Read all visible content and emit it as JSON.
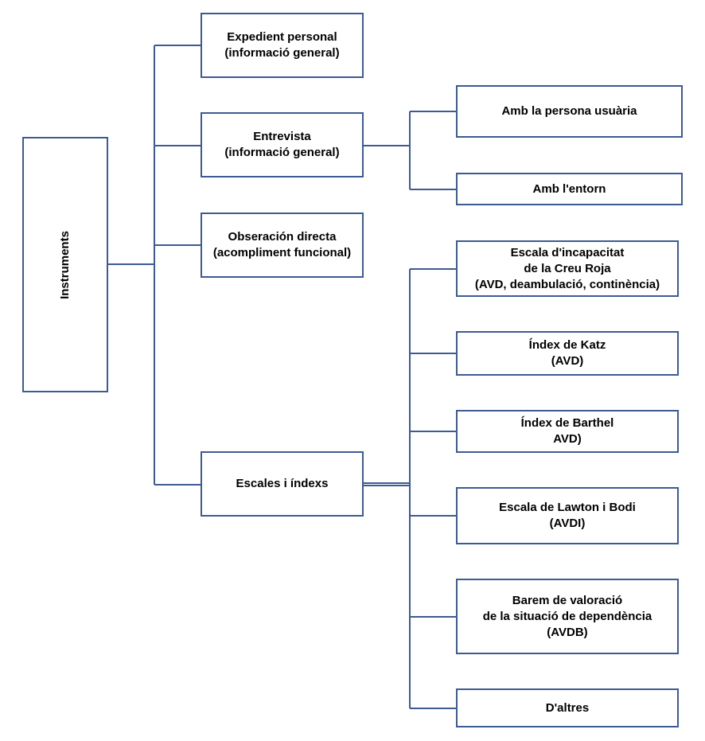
{
  "colors": {
    "stroke": "#3c5a94",
    "text": "#000000",
    "background": "#ffffff"
  },
  "root": {
    "label": "Instruments"
  },
  "level1": {
    "expedient": "Expedient personal\n(informació general)",
    "entrevista": "Entrevista\n(informació general)",
    "observacio": "Obseración directa\n(acompliment funcional)",
    "escales": "Escales i índexs"
  },
  "entrevista_children": {
    "persona": "Amb la persona usuària",
    "entorn": "Amb l'entorn"
  },
  "escales_children": {
    "creu_roja": "Escala d'incapacitat\nde la Creu Roja\n(AVD, deambulació, continència)",
    "katz": "Índex de Katz\n(AVD)",
    "barthel": "Índex de Barthel\nAVD)",
    "lawton": "Escala de Lawton i Bodi\n(AVDI)",
    "barem": "Barem de valoració\nde la situació de dependència\n(AVDB)",
    "altres": "D'altres"
  }
}
